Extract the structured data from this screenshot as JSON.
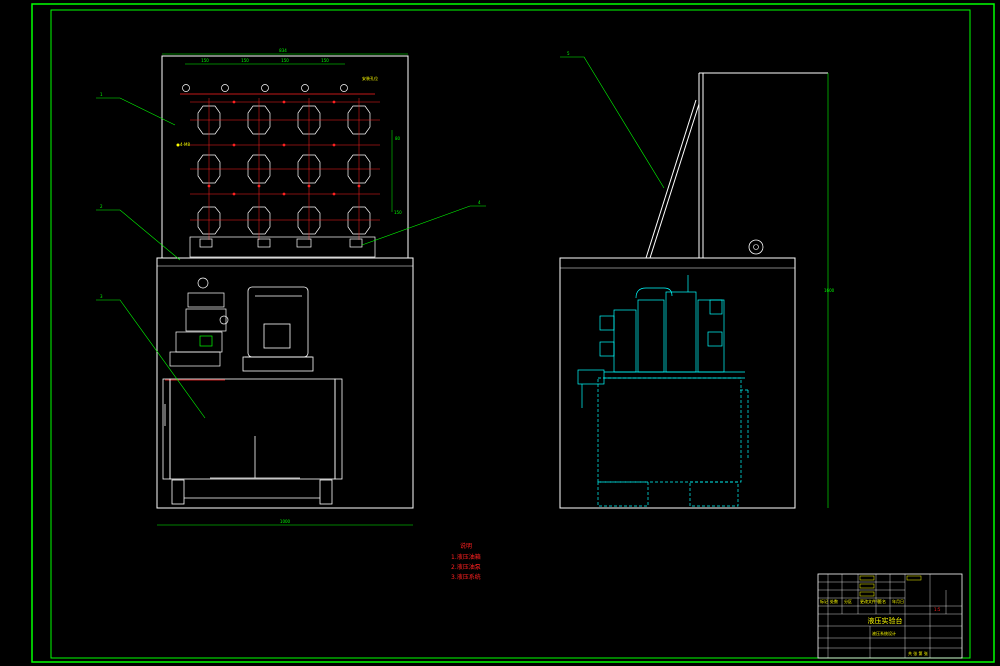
{
  "colors": {
    "background": "#000000",
    "frame": "#00ff00",
    "outline": "#ffffff",
    "dimension": "#00ff00",
    "red": "#ff2020",
    "cyan": "#00ffff",
    "yellow": "#ffff00"
  },
  "front_view": {
    "overall_width_label": "834",
    "top_dimensions": [
      "150",
      "150",
      "150",
      "150"
    ],
    "panel_notes": [
      "安装孔位",
      "4-M8"
    ],
    "side_dimensions": [
      "80",
      "150"
    ],
    "base_width_label": "1000"
  },
  "side_view": {
    "height_label": "1600"
  },
  "leaders": {
    "front": [
      "1",
      "2",
      "3",
      "4"
    ],
    "side": [
      "5"
    ]
  },
  "notes": {
    "heading": "说明",
    "items": [
      "1.液压油箱",
      "2.液压油泵",
      "3.液压系统"
    ]
  },
  "title_block": {
    "title": "液压实验台",
    "rows": [
      "标记",
      "处数",
      "分区",
      "更改文件号",
      "签名",
      "年月日"
    ],
    "project_label": "液压系统设计",
    "scale": "1:5",
    "sheet": "共 张 第 张"
  }
}
